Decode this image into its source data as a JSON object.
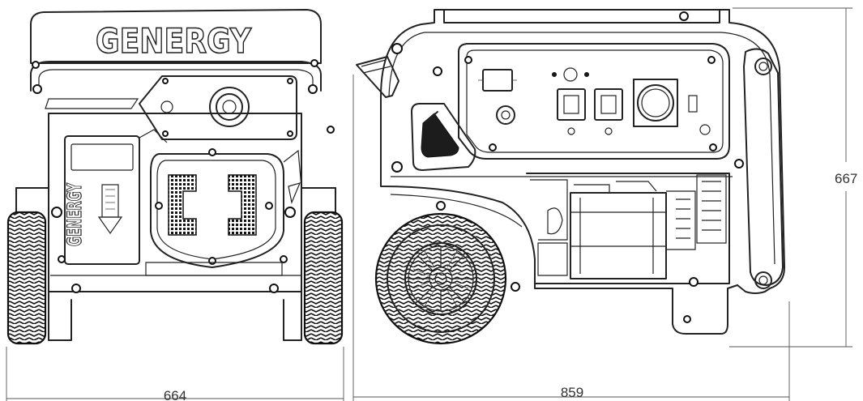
{
  "brand": "GENERGY",
  "dimensions": {
    "width_front": "664",
    "length_side": "859",
    "height": "667"
  }
}
